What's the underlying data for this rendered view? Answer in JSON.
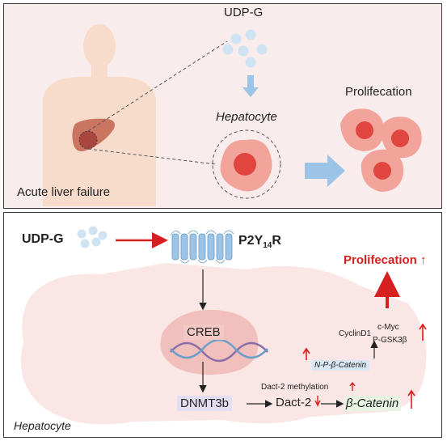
{
  "top_panel": {
    "udp_g_label": "UDP-G",
    "hepatocyte_label": "Hepatocyte",
    "proliferation_label": "Prolifecation",
    "acute_liver_failure_label": "Acute liver failure"
  },
  "bottom_panel": {
    "udp_g_label": "UDP-G",
    "receptor_main": "P2Y",
    "receptor_sub": "14",
    "receptor_end": "R",
    "proliferation_label": "Prolifecation",
    "creb_label": "CREB",
    "dnmt3b_label": "DNMT3b",
    "dact2_methylation_label": "Dact-2 methylation",
    "dact2_label": "Dact-2",
    "beta_catenin_label": "β-Catenin",
    "np_beta_catenin_label": "N-P-β-Catenin",
    "cyclind1_label": "CyclinD1",
    "cmyc_label": "c-Myc",
    "pgsk3b_label": "P-GSK3β",
    "hepatocyte_label": "Hepatocyte"
  },
  "colors": {
    "accent_red": "#d62020",
    "arrow_blue": "#9cc4e6",
    "cell_pink": "#f2a49a",
    "nucleus": "#e0453f",
    "body_skin": "#f7dccb"
  }
}
